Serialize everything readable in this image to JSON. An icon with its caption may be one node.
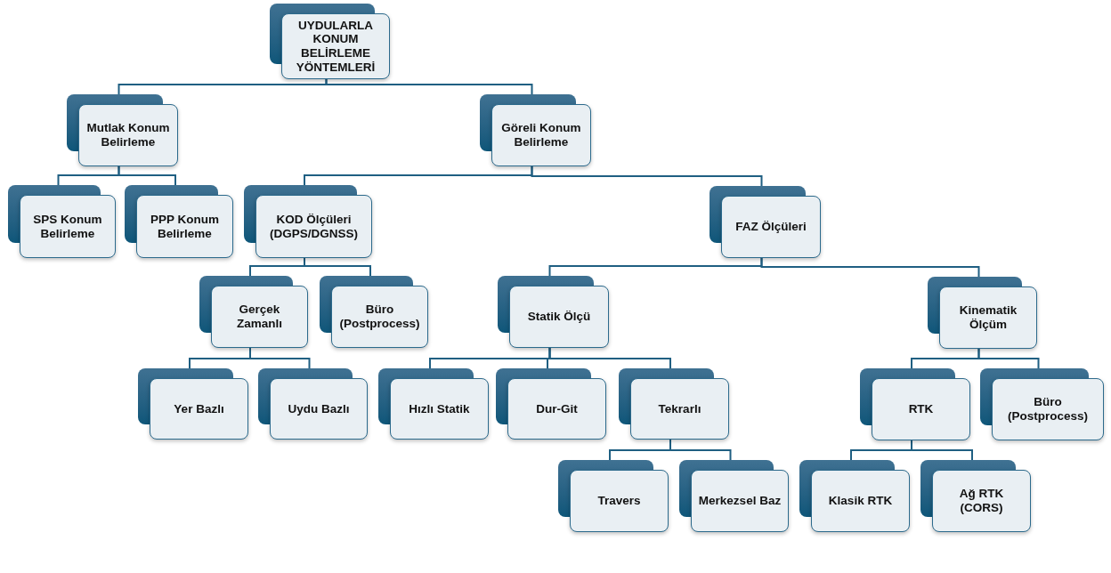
{
  "diagram": {
    "nodes": [
      {
        "text": [
          "UYDULARLA KONUM BELİRLEME YÖNTEMLERİ"
        ]
      },
      {
        "text": [
          "Mutlak Konum Belirleme"
        ]
      },
      {
        "text": [
          "Göreli Konum Belirleme"
        ]
      },
      {
        "text": [
          "SPS Konum Belirleme"
        ]
      },
      {
        "text": [
          "PPP Konum Belirleme"
        ]
      },
      {
        "text": [
          "KOD Ölçüleri (DGPS/DGNSS)"
        ]
      },
      {
        "text": [
          "FAZ Ölçüleri"
        ]
      },
      {
        "text": [
          "Gerçek Zamanlı"
        ]
      },
      {
        "text": [
          "Büro (Postprocess)"
        ]
      },
      {
        "text": [
          "Statik Ölçü"
        ]
      },
      {
        "text": [
          "Kinematik Ölçüm"
        ]
      },
      {
        "text": [
          "Yer Bazlı"
        ]
      },
      {
        "text": [
          "Uydu Bazlı"
        ]
      },
      {
        "text": [
          "Hızlı Statik"
        ]
      },
      {
        "text": [
          "Dur-Git"
        ]
      },
      {
        "text": [
          "Tekrarlı"
        ]
      },
      {
        "text": [
          "RTK"
        ]
      },
      {
        "text": [
          "Büro (Postprocess)"
        ]
      },
      {
        "text": [
          "Travers"
        ]
      },
      {
        "text": [
          "Merkezsel Baz"
        ]
      },
      {
        "text": [
          "Klasik RTK"
        ]
      },
      {
        "text": [
          "Ağ RTK (CORS)"
        ]
      }
    ],
    "edges": [
      {
        "from": 0,
        "to": 1,
        "arrow": "none"
      },
      {
        "from": 0,
        "to": 2,
        "arrow": "none"
      },
      {
        "from": 1,
        "to": 3,
        "arrow": "none"
      },
      {
        "from": 1,
        "to": 4,
        "arrow": "none"
      },
      {
        "from": 2,
        "to": 5,
        "arrow": "none"
      },
      {
        "from": 2,
        "to": 6,
        "arrow": "none"
      },
      {
        "from": 5,
        "to": 7,
        "arrow": "none"
      },
      {
        "from": 5,
        "to": 8,
        "arrow": "none"
      },
      {
        "from": 6,
        "to": 9,
        "arrow": "none"
      },
      {
        "from": 6,
        "to": 10,
        "arrow": "none"
      },
      {
        "from": 7,
        "to": 11,
        "arrow": "none"
      },
      {
        "from": 7,
        "to": 12,
        "arrow": "none"
      },
      {
        "from": 9,
        "to": 13,
        "arrow": "none"
      },
      {
        "from": 9,
        "to": 14,
        "arrow": "none"
      },
      {
        "from": 9,
        "to": 15,
        "arrow": "none"
      },
      {
        "from": 10,
        "to": 16,
        "arrow": "none"
      },
      {
        "from": 10,
        "to": 17,
        "arrow": "none"
      },
      {
        "from": 15,
        "to": 18,
        "arrow": "none"
      },
      {
        "from": 15,
        "to": 19,
        "arrow": "none"
      },
      {
        "from": 16,
        "to": 20,
        "arrow": "none"
      },
      {
        "from": 16,
        "to": 21,
        "arrow": "none"
      }
    ]
  }
}
